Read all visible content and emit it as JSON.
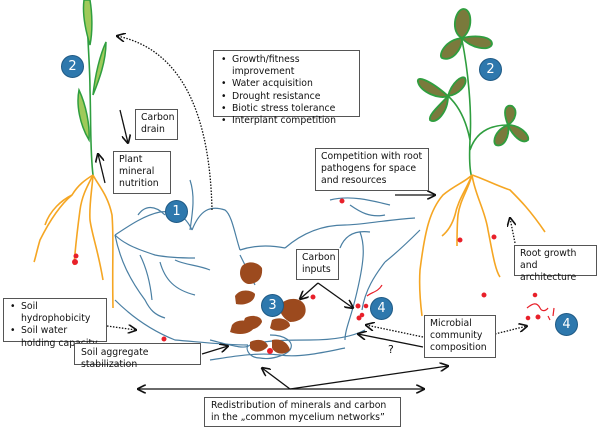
{
  "diagram": {
    "title": "",
    "colors": {
      "mycelium": "#4a7fa3",
      "roots": "#f5a623",
      "stem": "#2f9e3f",
      "grass_leaf_fill": "#9fca5a",
      "clover_leaf_fill": "#7a7a3c",
      "clover_leaf_edge": "#2f9e3f",
      "soil_aggregate": "#9c4a1e",
      "spores": "#e8202a",
      "badge": "#2e78ad",
      "arrow": "#111111"
    },
    "badges": [
      {
        "id": "badge-2-left",
        "label": "2"
      },
      {
        "id": "badge-2-right",
        "label": "2"
      },
      {
        "id": "badge-1",
        "label": "1"
      },
      {
        "id": "badge-3",
        "label": "3"
      },
      {
        "id": "badge-4-center",
        "label": "4"
      },
      {
        "id": "badge-4-right",
        "label": "4"
      }
    ],
    "boxes": {
      "benefits": {
        "items": [
          "Growth/fitness improvement",
          "Water acquisition",
          "Drought resistance",
          "Biotic stress tolerance",
          "Interplant competition"
        ]
      },
      "carbon_drain": {
        "text": "Carbon drain"
      },
      "plant_mineral_nutrition": {
        "text": "Plant mineral nutrition"
      },
      "competition_pathogens": {
        "text": "Competition with root pathogens for space and resources"
      },
      "root_growth": {
        "text": "Root growth and architecture"
      },
      "soil_water": {
        "items": [
          "Soil hydrophobicity",
          "Soil water holding capacity"
        ]
      },
      "carbon_inputs": {
        "text": "Carbon inputs"
      },
      "soil_aggregate": {
        "text": "Soil aggregate stabilization"
      },
      "microbial": {
        "text": "Microbial community composition"
      },
      "redistribution": {
        "text": "Redistribution of minerals and carbon in the „common mycelium networks”"
      }
    },
    "question_mark": "?"
  }
}
